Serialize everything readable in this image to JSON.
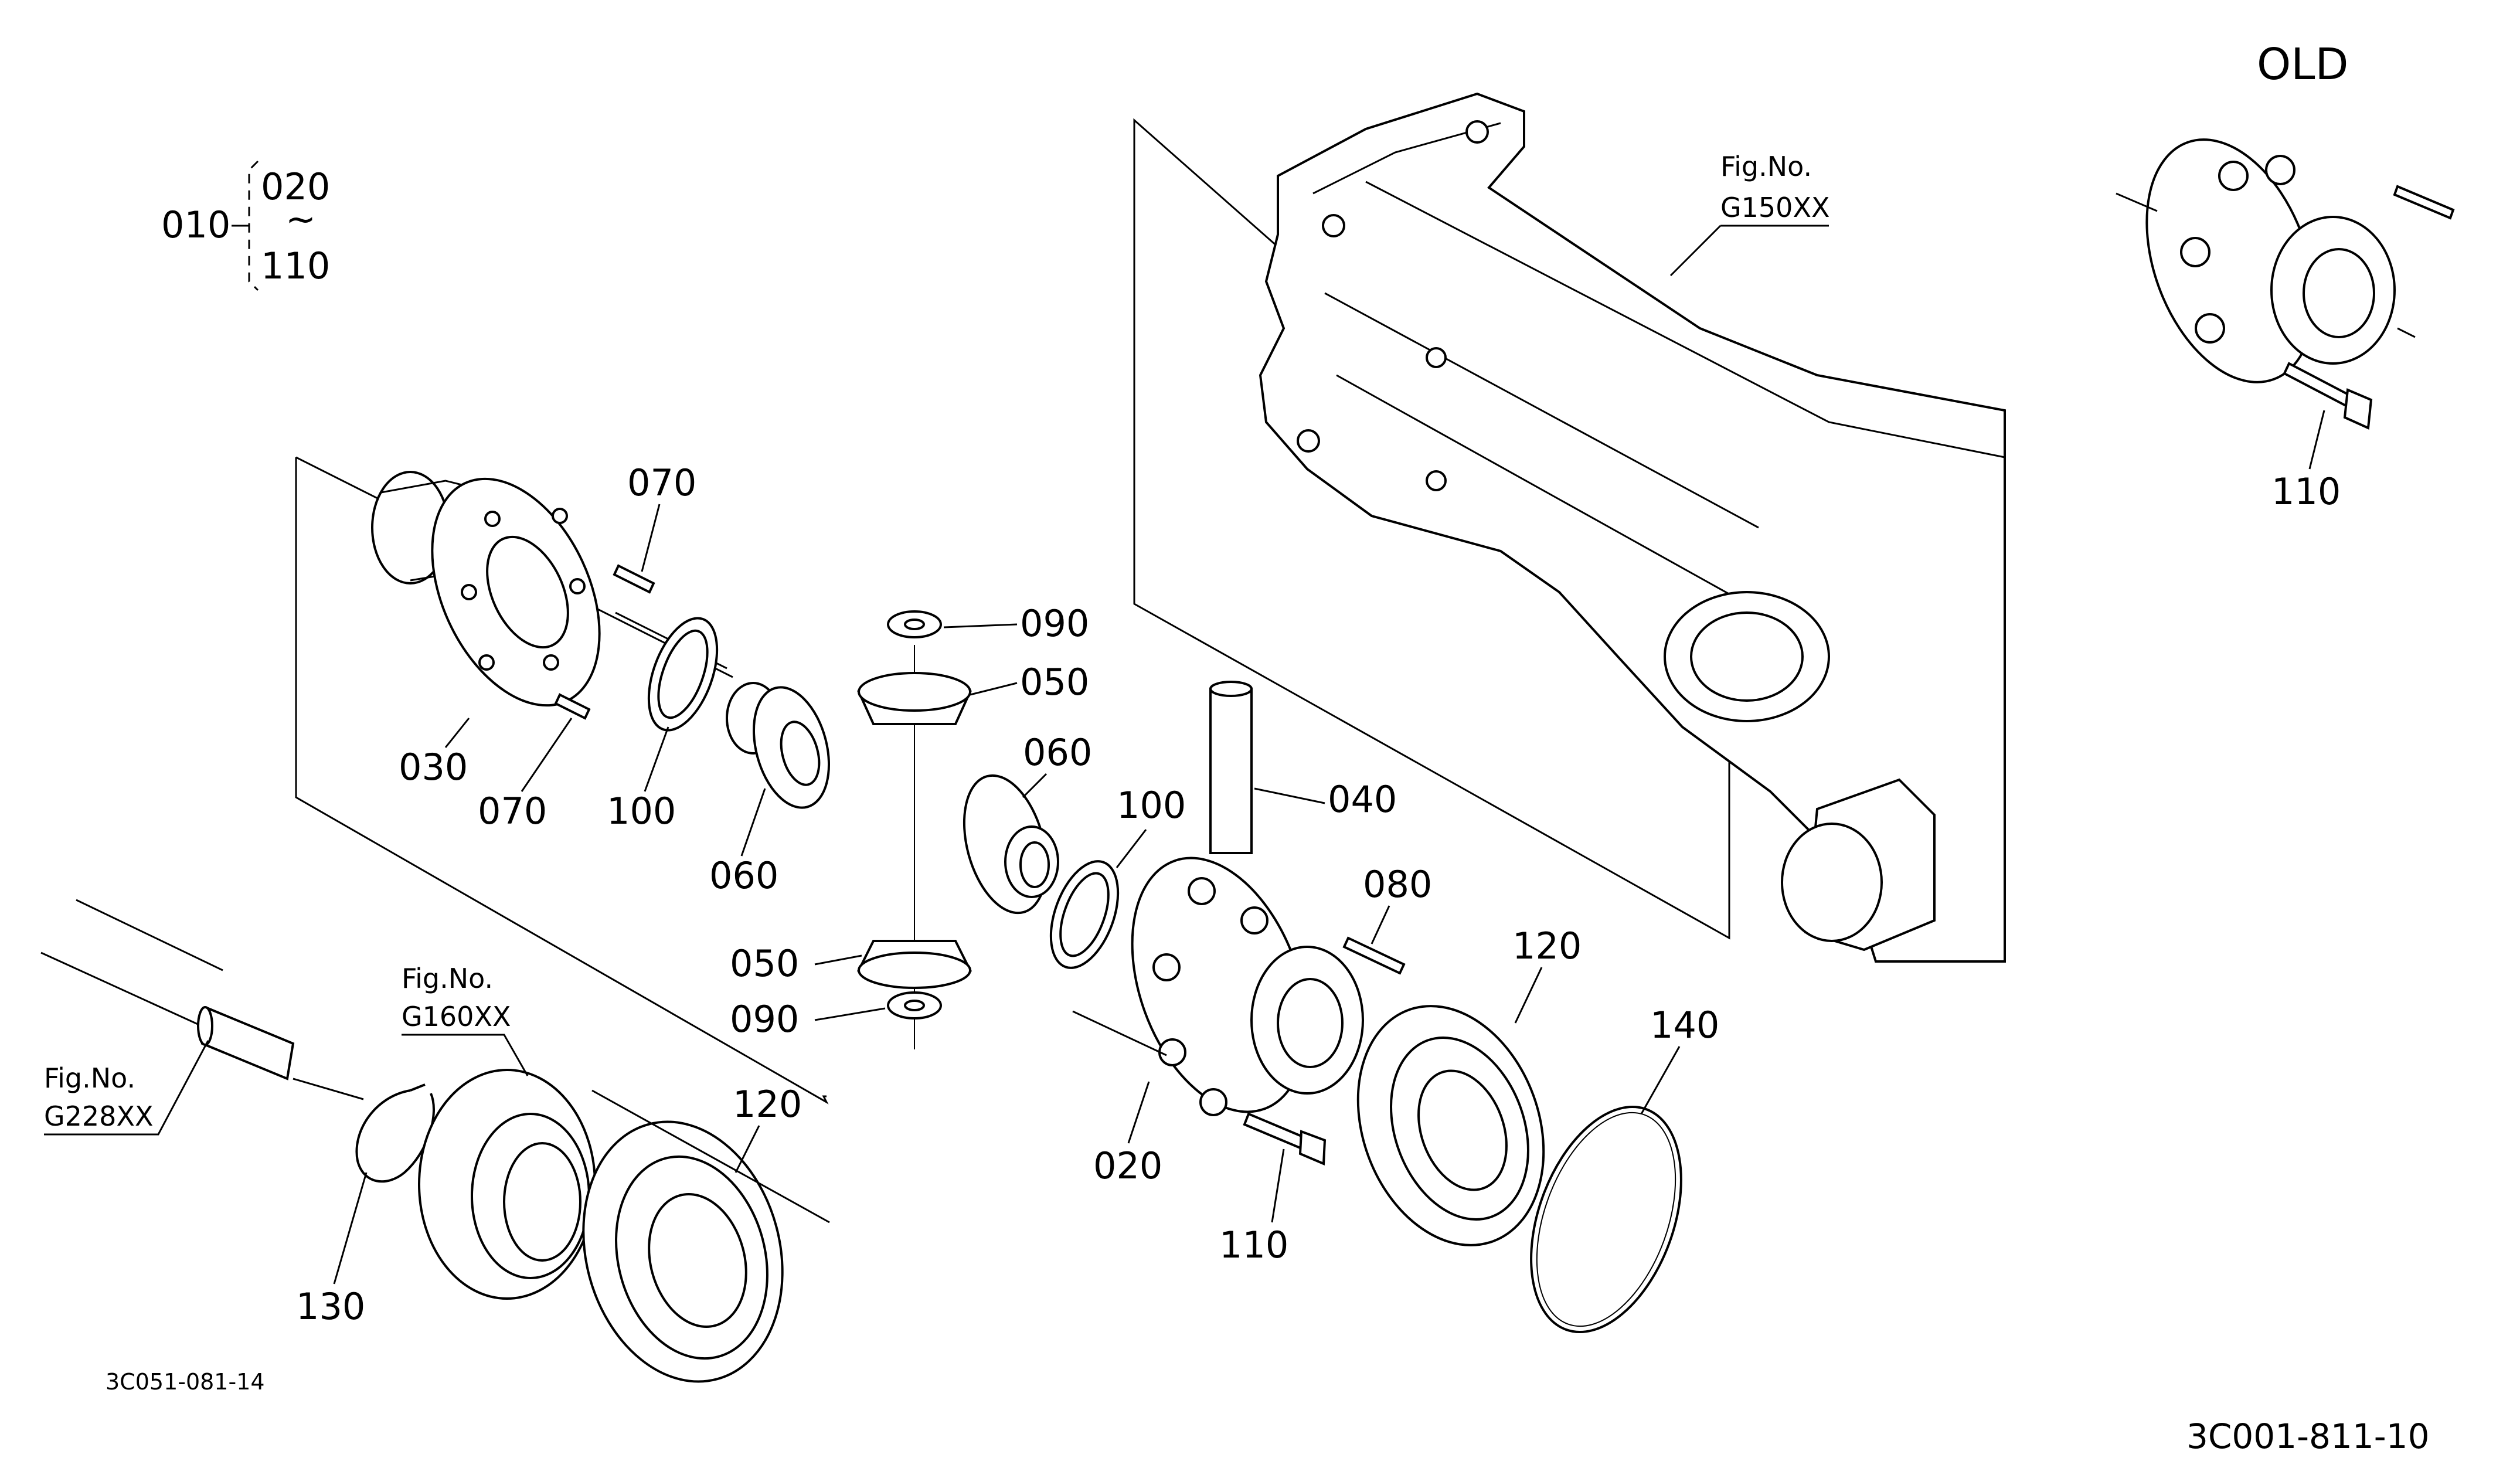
{
  "old_label": "OLD",
  "assembly_key": {
    "parent": "010",
    "from": "020",
    "tilde": "~",
    "to": "110"
  },
  "fig_refs": [
    {
      "prefix": "Fig.No.",
      "code": "G150XX"
    },
    {
      "prefix": "Fig.No.",
      "code": "G160XX"
    },
    {
      "prefix": "Fig.No.",
      "code": "G228XX"
    }
  ],
  "callouts": {
    "c030": "030",
    "c070a": "070",
    "c070b": "070",
    "c100a": "100",
    "c060a": "060",
    "c090a": "090",
    "c050a": "050",
    "c060b": "060",
    "c040": "040",
    "c100b": "100",
    "c080": "080",
    "c050b": "050",
    "c090b": "090",
    "c020": "020",
    "c110": "110",
    "c120a": "120",
    "c140": "140",
    "c120b": "120",
    "c130": "130",
    "c110old": "110"
  },
  "drawing_codes": {
    "left": "3C051-081-14",
    "right": "3C001-811-10"
  }
}
